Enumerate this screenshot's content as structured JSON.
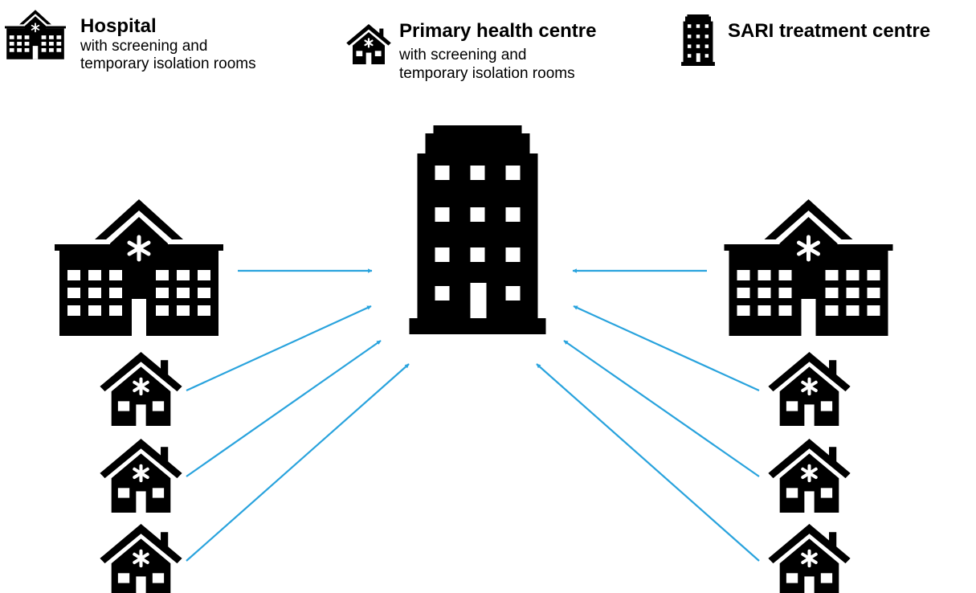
{
  "legend": {
    "hospital": {
      "title": "Hospital",
      "desc_line1": "with screening and",
      "desc_line2": "temporary isolation rooms",
      "icon": "hospital-icon"
    },
    "primary_health_centre": {
      "title": "Primary health centre",
      "desc_line1": "with screening and",
      "desc_line2": "temporary isolation rooms",
      "icon": "house-clinic-icon"
    },
    "sari_treatment_centre": {
      "title": "SARI treatment centre",
      "icon": "tower-building-icon"
    }
  },
  "diagram": {
    "referral_target": "SARI treatment centre",
    "left_sources": [
      "Hospital",
      "Primary health centre",
      "Primary health centre",
      "Primary health centre"
    ],
    "right_sources": [
      "Hospital",
      "Primary health centre",
      "Primary health centre",
      "Primary health centre"
    ],
    "colors": {
      "arrow": "#29a3dd",
      "icon": "#000000"
    }
  }
}
